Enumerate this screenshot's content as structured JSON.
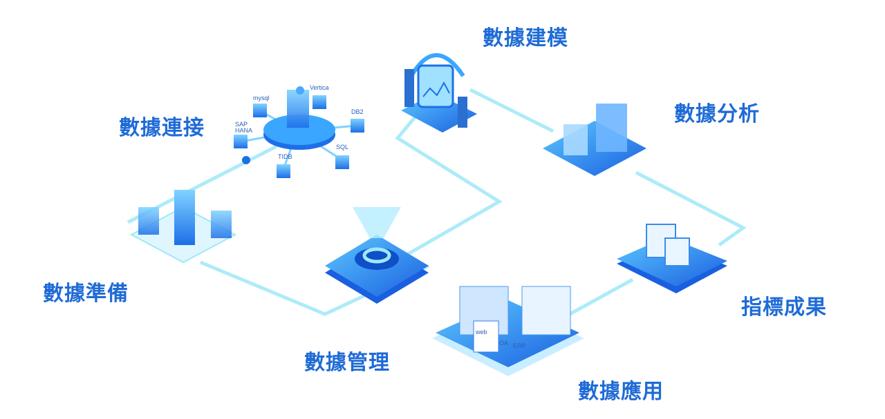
{
  "stages": {
    "connect": "數據連接",
    "prepare": "數據準備",
    "manage": "數據管理",
    "model": "數據建模",
    "analyze": "數據分析",
    "results": "指標成果",
    "apply": "數據應用"
  },
  "sources": [
    "mysql",
    "Vertica",
    "DB2",
    "SQL",
    "TIDB",
    "SAP HANA"
  ],
  "app_labels": [
    "web",
    "OA",
    "ERP"
  ],
  "colors": {
    "label": "#1f6bd6",
    "line": "#8fe6f5",
    "block": "#2b8af0",
    "block_light": "#7fd3ff"
  }
}
